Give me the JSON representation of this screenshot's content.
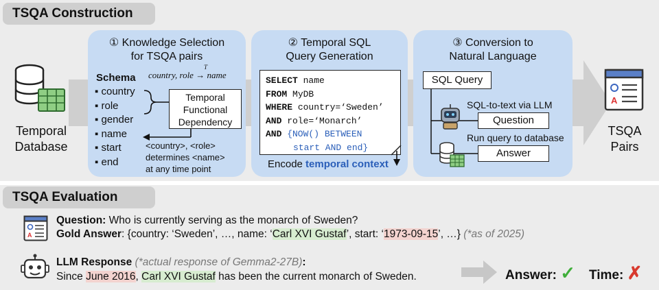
{
  "construction": {
    "title": "TSQA Construction",
    "input_label_1": "Temporal",
    "input_label_2": "Database",
    "output_label_1": "TSQA",
    "output_label_2": "Pairs",
    "step1": {
      "title_1": "① Knowledge Selection",
      "title_2": "for TSQA pairs",
      "schema_label": "Schema",
      "formula": "country, role → name",
      "formula_t": "T",
      "fields": [
        "▪ country",
        "▪ role",
        "▪ gender",
        "▪ name",
        "▪ start",
        "▪ end"
      ],
      "tfd_1": "Temporal",
      "tfd_2": "Functional",
      "tfd_3": "Dependency",
      "note_1": "<country>, <role>",
      "note_2": "determines <name>",
      "note_3": "at any time point"
    },
    "step2": {
      "title_1": "② Temporal SQL",
      "title_2": "Query Generation",
      "sql": {
        "l1_kw": "SELECT",
        "l1_rest": " name",
        "l2_kw": "FROM",
        "l2_rest": " MyDB",
        "l3_kw": "WHERE",
        "l3_rest": " country=‘Sweden’",
        "l4_kw": "AND",
        "l4_rest": " role=‘Monarch’",
        "l5_kw": "AND",
        "l5_rest": " {NOW() BETWEEN",
        "l6": "start AND end}"
      },
      "caption_plain": "Encode ",
      "caption_blue": "temporal context"
    },
    "step3": {
      "title_1": "③ Conversion to",
      "title_2": "Natural Language",
      "sql_query": "SQL Query",
      "sql_to_text": "SQL-to-text via LLM",
      "question": "Question",
      "run_query": "Run query to database",
      "answer": "Answer"
    }
  },
  "evaluation": {
    "title": "TSQA Evaluation",
    "question_label": "Question:",
    "question_text": " Who is currently serving as the monarch of Sweden?",
    "gold_label": "Gold Answer",
    "gold_p1": ": {country: ‘Sweden’, …, name: ‘",
    "gold_name": "Carl XVI Gustaf",
    "gold_p2": "’, start: ‘",
    "gold_date": "1973-09-15",
    "gold_p3": "’, …}",
    "gold_note": "(*as of 2025)",
    "llm_label": "LLM Response",
    "llm_note": "(*actual response of Gemma2-27B)",
    "llm_colon": ":",
    "resp_p1": "Since ",
    "resp_date": "June 2016",
    "resp_p2": ", ",
    "resp_name": "Carl XVI Gustaf",
    "resp_p3": " has been the current monarch of Sweden.",
    "answer_label": "Answer:",
    "time_label": "Time:",
    "answer_mark": "✓",
    "time_mark": "✗"
  },
  "colors": {
    "panel": "#c7dbf3",
    "highlight_blue": "#2b5fb9",
    "check_green": "#3fae3a",
    "cross_red": "#d83a2e"
  }
}
